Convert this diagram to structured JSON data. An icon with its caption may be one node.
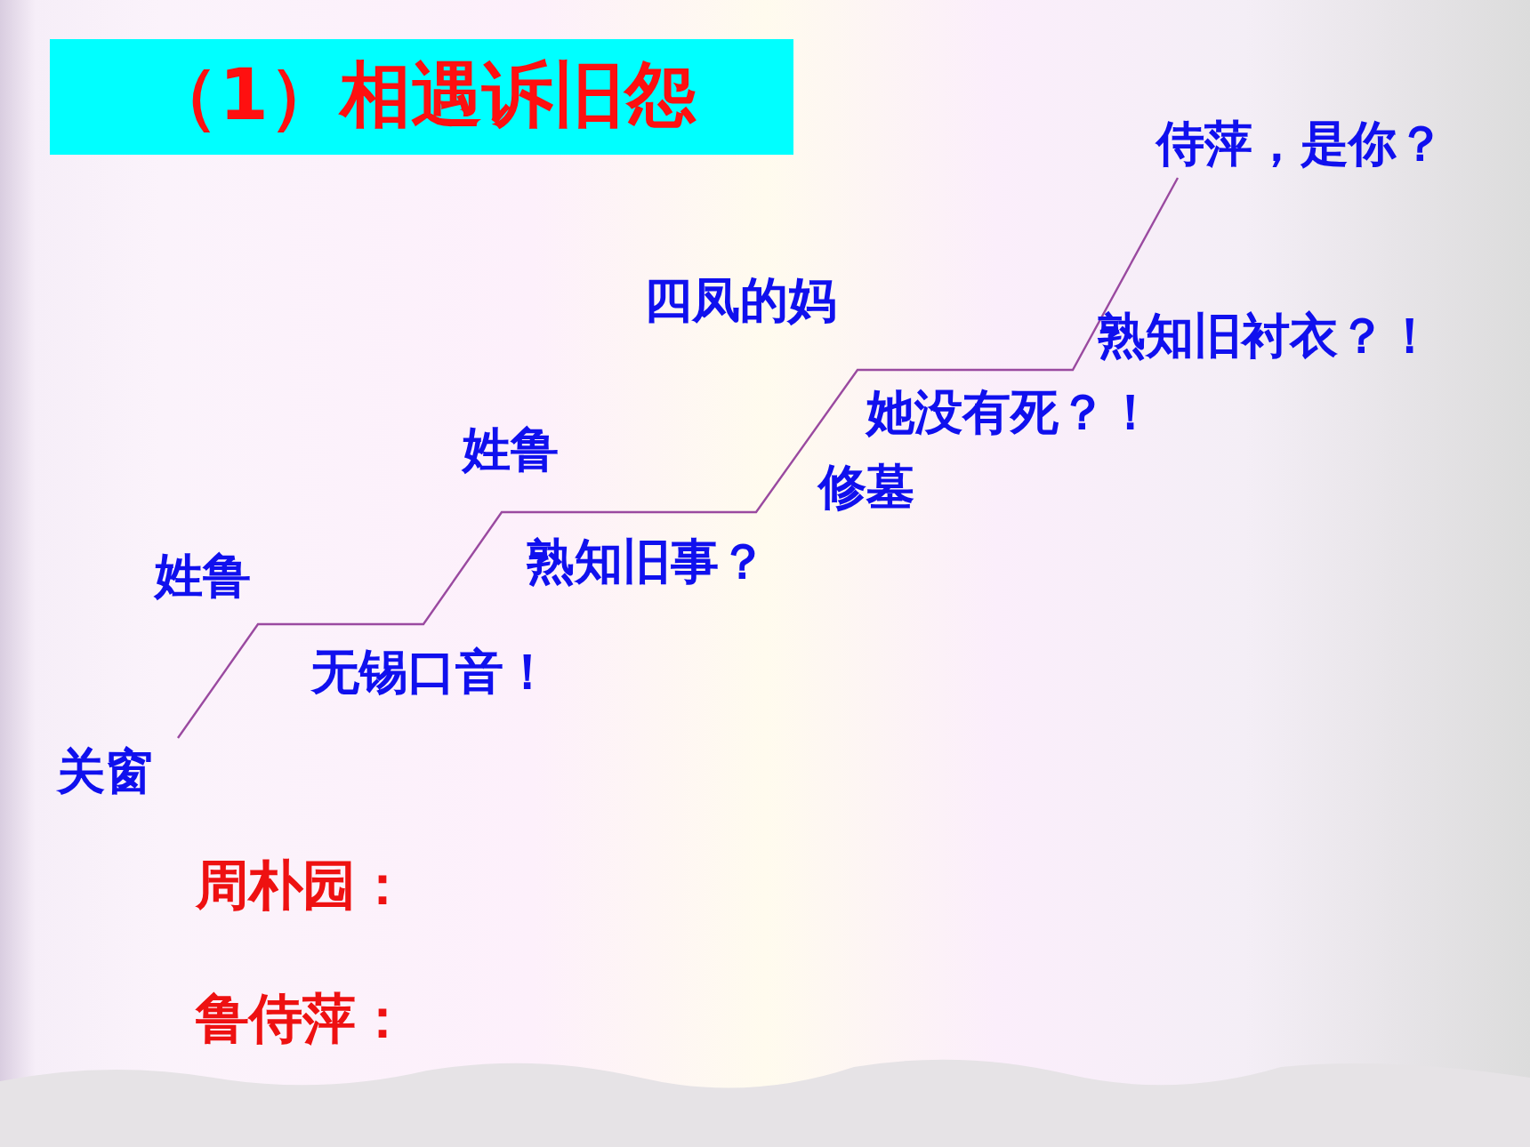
{
  "diagram": {
    "title": "（1）相遇诉旧怨",
    "labels": [
      "侍萍，是你？",
      "四凤的妈",
      "熟知旧衬衣？！",
      "她没有死？！",
      "姓鲁",
      "修墓",
      "熟知旧事？",
      "姓鲁",
      "无锡口音！",
      "关窗",
      "周朴园：",
      "鲁侍萍："
    ]
  }
}
